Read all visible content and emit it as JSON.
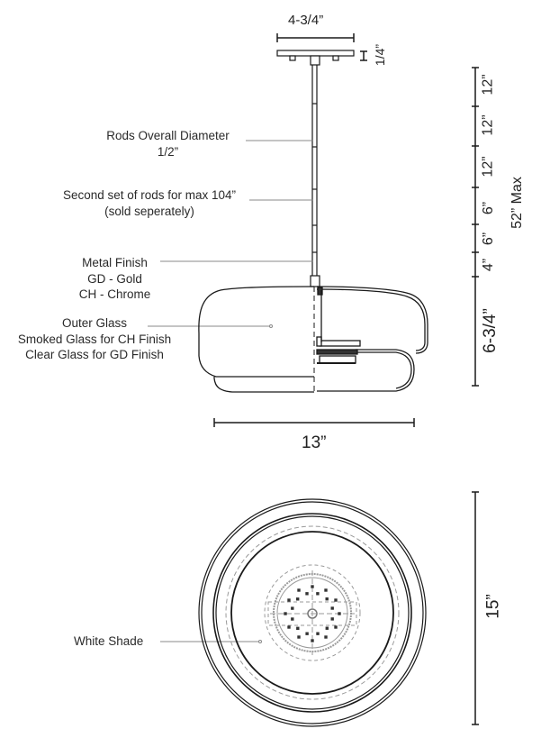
{
  "dimensions": {
    "canopy_width": "4-3/4”",
    "canopy_height": "1/4”",
    "rod_segments": [
      "12”",
      "12”",
      "12”",
      "6”",
      "6”",
      "4”"
    ],
    "overall_max": "52” Max",
    "body_height": "6-3/4”",
    "body_width": "13”",
    "top_view_diameter": "15”"
  },
  "callouts": {
    "rods_diameter": {
      "title": "Rods Overall Diameter",
      "value": "1/2”"
    },
    "second_rods": {
      "title": "Second set of rods for max 104”",
      "note": "(sold seperately)"
    },
    "metal_finish": {
      "title": "Metal Finish",
      "options": [
        "GD - Gold",
        "CH - Chrome"
      ]
    },
    "outer_glass": {
      "title": "Outer Glass",
      "options": [
        "Smoked Glass for CH Finish",
        "Clear Glass for GD Finish"
      ]
    },
    "white_shade": {
      "title": "White Shade"
    }
  },
  "colors": {
    "line": "#1a1a1a",
    "leader": "#8a8a8a",
    "hidden": "#9a9a9a"
  }
}
